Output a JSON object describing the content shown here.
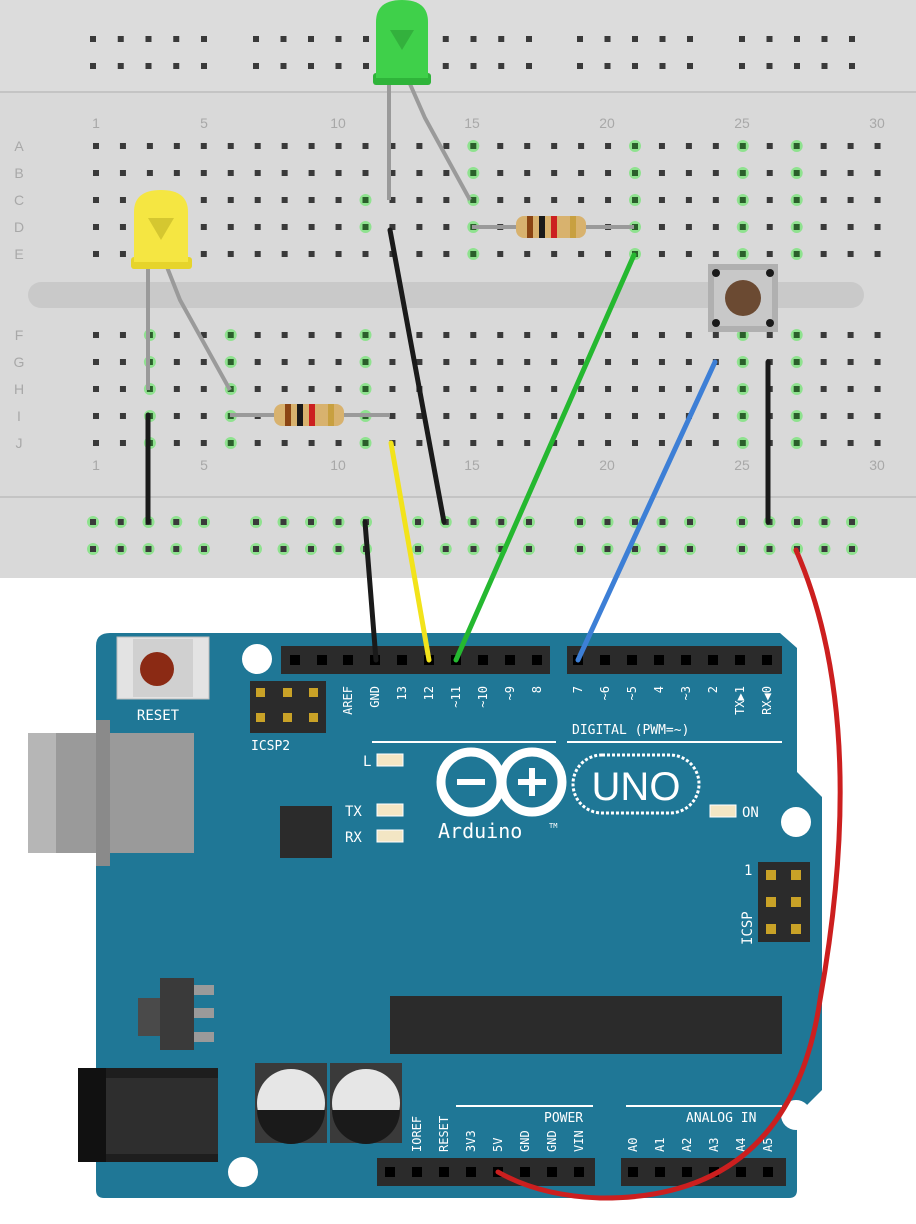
{
  "breadboard": {
    "column_numbers": [
      "1",
      "5",
      "10",
      "15",
      "20",
      "25",
      "30"
    ],
    "row_letters": [
      "A",
      "B",
      "C",
      "D",
      "E",
      "F",
      "G",
      "H",
      "I",
      "J"
    ]
  },
  "arduino": {
    "reset_label": "RESET",
    "icsp2_label": "ICSP2",
    "icsp_label": "ICSP",
    "icsp_pin1": "1",
    "brand": "Arduino",
    "tm": "TM",
    "model": "UNO",
    "led_l": "L",
    "led_tx": "TX",
    "led_rx": "RX",
    "led_on": "ON",
    "digital_label": "DIGITAL (PWM=~)",
    "digital_pins": [
      "AREF",
      "GND",
      "13",
      "12",
      "~11",
      "~10",
      "~9",
      "8",
      "7",
      "~6",
      "~5",
      "4",
      "~3",
      "2",
      "TX▶1",
      "RX◀0"
    ],
    "power_label": "POWER",
    "analog_label": "ANALOG IN",
    "power_pins": [
      "IOREF",
      "RESET",
      "3V3",
      "5V",
      "GND",
      "GND",
      "VIN"
    ],
    "analog_pins": [
      "A0",
      "A1",
      "A2",
      "A3",
      "A4",
      "A5"
    ]
  },
  "colors": {
    "breadboard": "#d9d9d9",
    "board": "#1f7796",
    "wire_black": "#1a1a1a",
    "wire_yellow": "#f2e31b",
    "wire_green": "#25b830",
    "wire_blue": "#3d7fd6",
    "wire_red": "#cc1f1f",
    "led_green": "#3fd04a",
    "led_yellow": "#f5e642"
  }
}
